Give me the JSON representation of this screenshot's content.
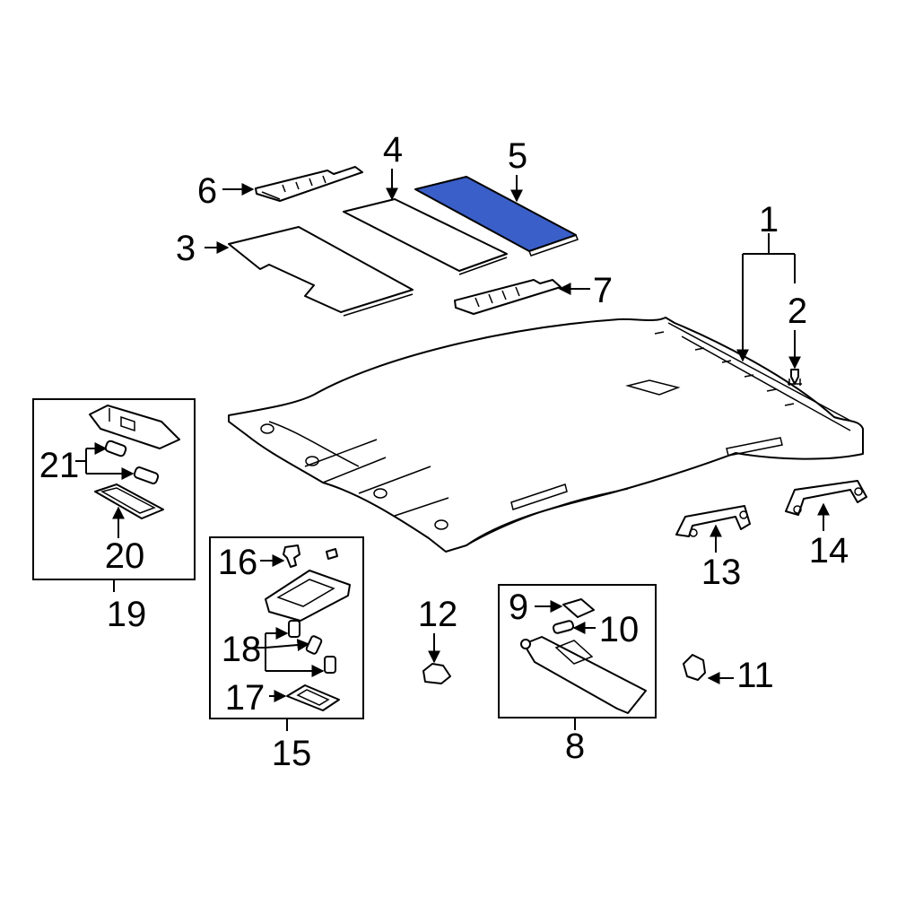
{
  "highlight_color": "#3a5fc8",
  "callouts": {
    "c1": "1",
    "c2": "2",
    "c3": "3",
    "c4": "4",
    "c5": "5",
    "c6": "6",
    "c7": "7",
    "c8": "8",
    "c9": "9",
    "c10": "10",
    "c11": "11",
    "c12": "12",
    "c13": "13",
    "c14": "14",
    "c15": "15",
    "c16": "16",
    "c17": "17",
    "c18": "18",
    "c19": "19",
    "c20": "20",
    "c21": "21"
  },
  "highlighted_part": "5"
}
